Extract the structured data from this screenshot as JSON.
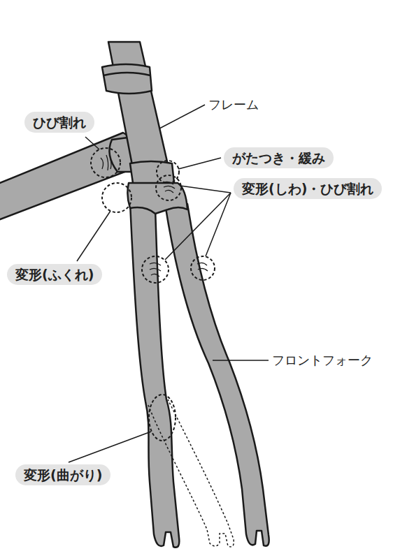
{
  "diagram": {
    "nodes": [
      {
        "text": [
          "ひび割れ"
        ]
      },
      {
        "text": [
          "がたつき・緩み"
        ]
      },
      {
        "text": [
          "変形(しわ)・ひび割れ"
        ]
      },
      {
        "text": [
          "変形(ふくれ)"
        ]
      },
      {
        "text": [
          "変形(曲がり)"
        ]
      }
    ],
    "labels": [
      "フレーム",
      "フロントフォーク"
    ]
  }
}
